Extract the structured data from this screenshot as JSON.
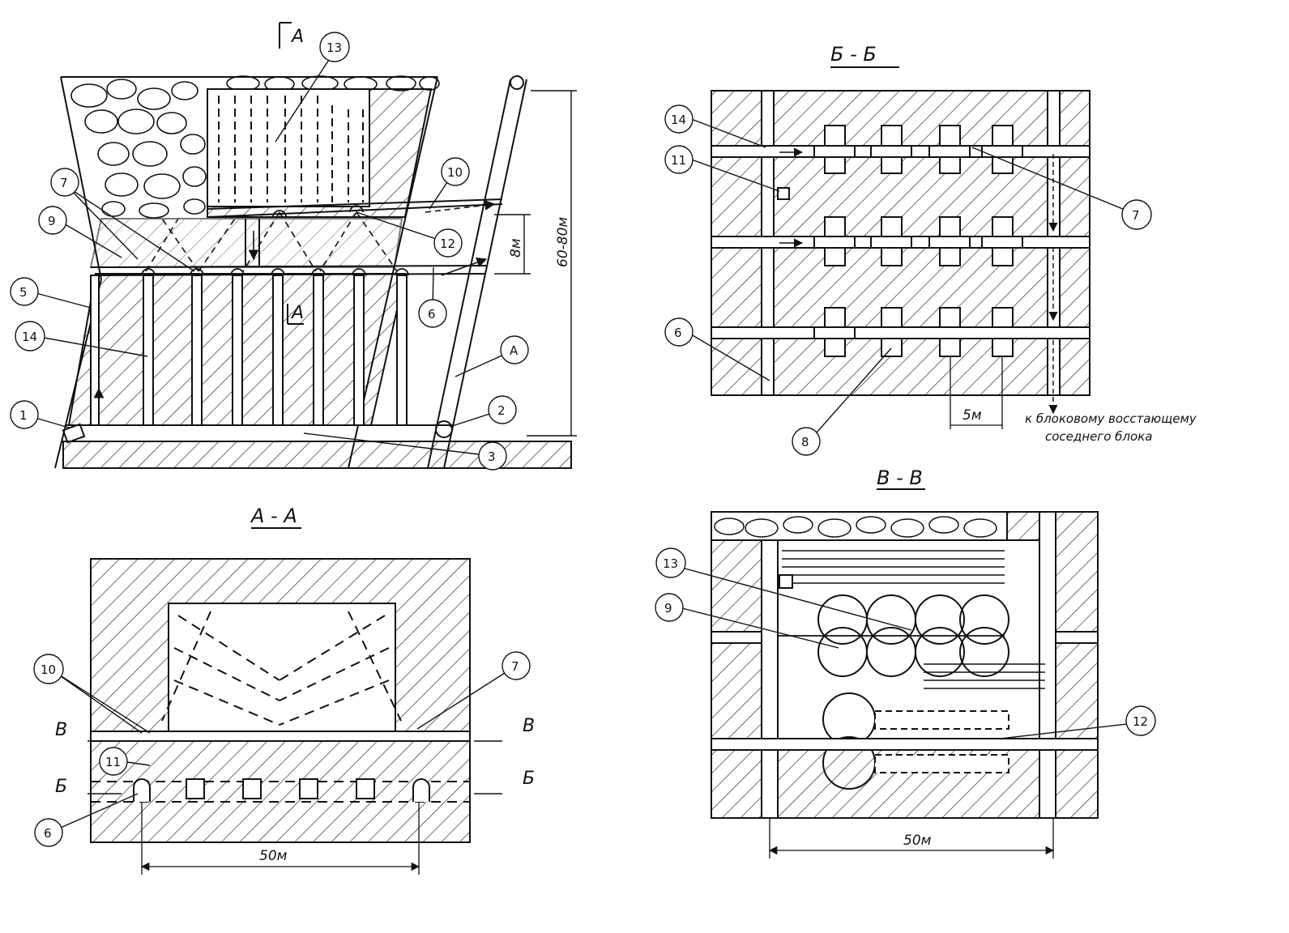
{
  "titles": {
    "bb": "Б - Б",
    "aa": "А - А",
    "vv": "В - В"
  },
  "section_marks": {
    "a_top": "А",
    "a_mid": "А",
    "b_left": "Б",
    "b_right": "Б",
    "v_left": "В",
    "v_right": "В"
  },
  "dimensions": {
    "height_total": "60-80м",
    "height_sub": "8м",
    "aa_width": "50м",
    "bb_spacing": "5м",
    "vv_width": "50м"
  },
  "note": {
    "line1": "к блоковому восстающему",
    "line2": "соседнего блока"
  },
  "callouts": {
    "c1": "1",
    "c2": "2",
    "c3": "3",
    "c5": "5",
    "c6": "6",
    "c7": "7",
    "c9": "9",
    "c10": "10",
    "c12": "12",
    "c13": "13",
    "c14": "14",
    "cA": "А",
    "bb14": "14",
    "bb11": "11",
    "bb6": "6",
    "bb8": "8",
    "bb7": "7",
    "aa10": "10",
    "aa7": "7",
    "aa11": "11",
    "aa6": "6",
    "vv13": "13",
    "vv9": "9",
    "vv12": "12"
  },
  "colors": {
    "ink": "#111111",
    "paper": "#ffffff"
  }
}
